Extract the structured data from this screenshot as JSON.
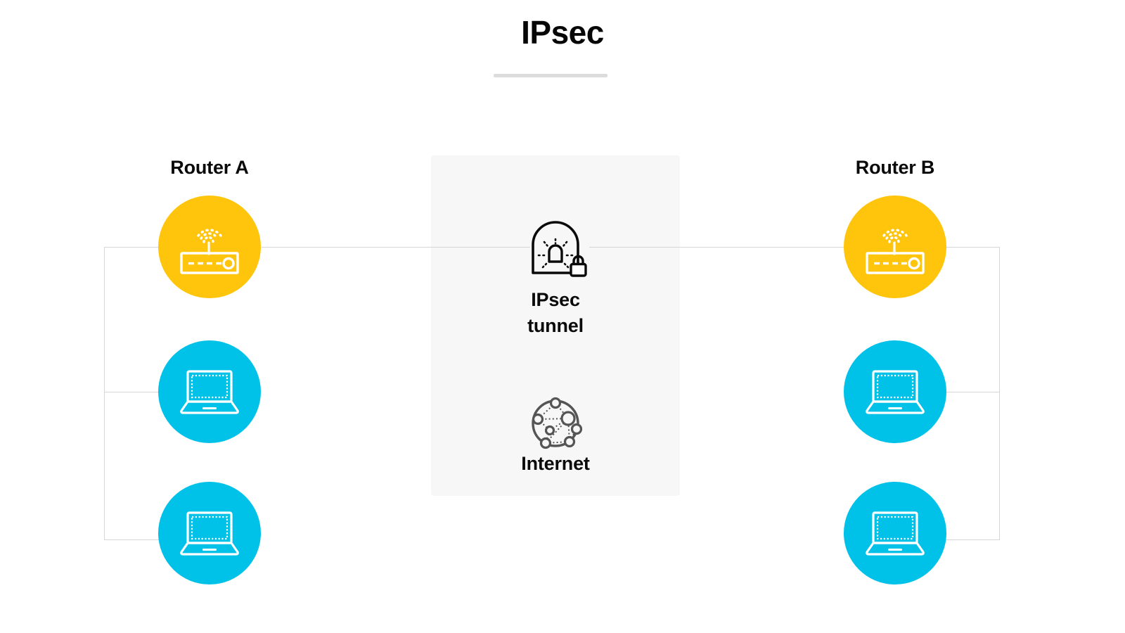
{
  "page": {
    "title": "IPsec",
    "background": "#ffffff"
  },
  "colors": {
    "router_circle": "#ffc40c",
    "laptop_circle": "#00c2e8",
    "panel_background": "#f7f7f7",
    "line": "#d6d6d6",
    "text": "#0a0a0a",
    "rule": "#dcdcdc",
    "globe_stroke": "#555555"
  },
  "groups": {
    "left": {
      "label": "Router A",
      "nodes": [
        {
          "type": "router",
          "icon": "router-icon"
        },
        {
          "type": "laptop",
          "icon": "laptop-icon"
        },
        {
          "type": "laptop",
          "icon": "laptop-icon"
        }
      ]
    },
    "right": {
      "label": "Router B",
      "nodes": [
        {
          "type": "router",
          "icon": "router-icon"
        },
        {
          "type": "laptop",
          "icon": "laptop-icon"
        },
        {
          "type": "laptop",
          "icon": "laptop-icon"
        }
      ]
    }
  },
  "center": {
    "tunnel": {
      "icon": "tunnel-lock-icon",
      "label": "IPsec\ntunnel"
    },
    "internet": {
      "icon": "internet-network-icon",
      "label": "Internet"
    }
  }
}
